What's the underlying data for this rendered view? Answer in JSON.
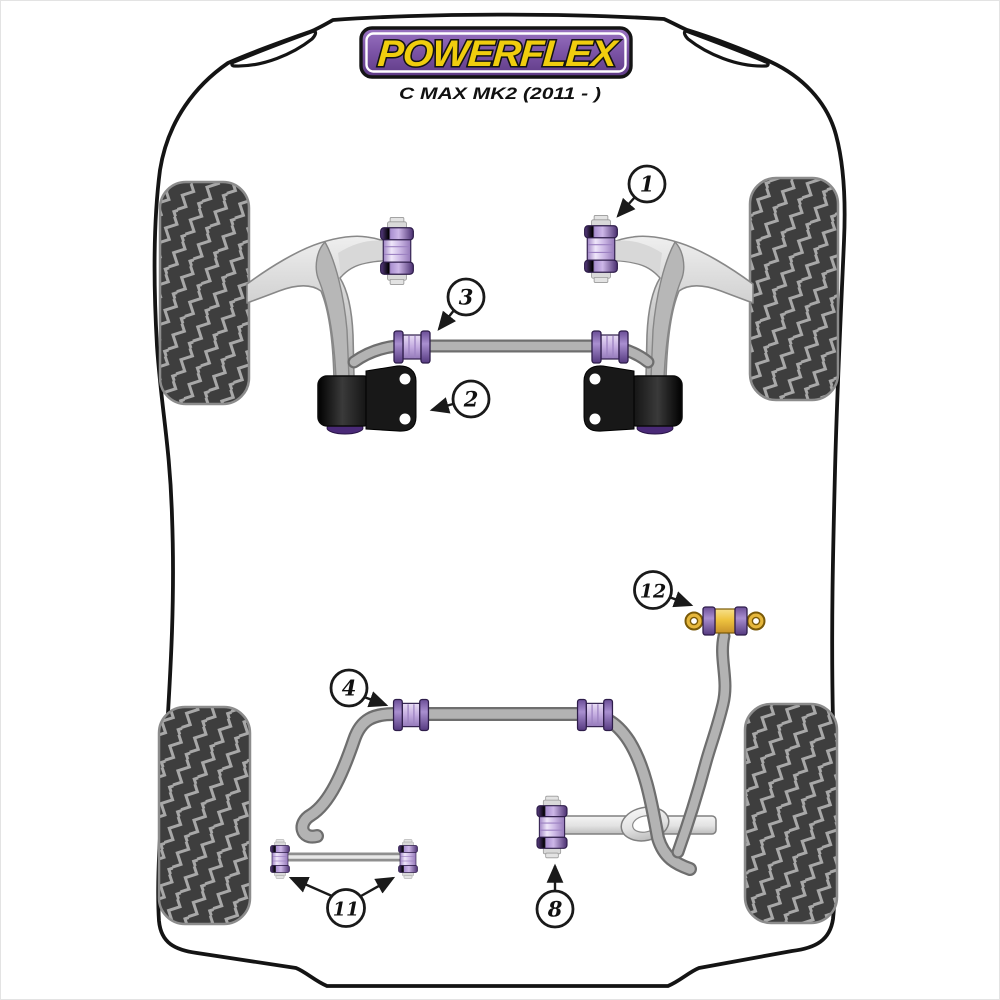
{
  "header": {
    "brand": "POWERFLEX",
    "model": "C MAX MK2 (2011 - )"
  },
  "callouts": {
    "c1": {
      "number": "1",
      "part": "front-arm-front-bushing-right"
    },
    "c2": {
      "number": "2",
      "part": "front-arm-rear-bushing-and-bracket-left"
    },
    "c3": {
      "number": "3",
      "part": "front-anti-roll-bar-bushing-left"
    },
    "c4": {
      "number": "4",
      "part": "rear-anti-roll-bar-bushing-left"
    },
    "c8": {
      "number": "8",
      "part": "rear-lower-arm-outer-bushing"
    },
    "c11": {
      "number": "11",
      "part": "rear-tie-bar-bushings-pair"
    },
    "c12": {
      "number": "12",
      "part": "rear-upper-link-insert-bushing"
    }
  },
  "colors": {
    "outline": "#141414",
    "logo_purple": "#7b53a5",
    "logo_yellow": "#f0cd0e",
    "bushing_purple_light": "#c3abe0",
    "bushing_purple_dark": "#5a3d85",
    "insert_yellow": "#eec33f",
    "tire_body": "#3e3e3e",
    "tread_groove": "#a8a8a8",
    "bar_gray": "#b3b3b3",
    "bracket_black": "#181818"
  }
}
